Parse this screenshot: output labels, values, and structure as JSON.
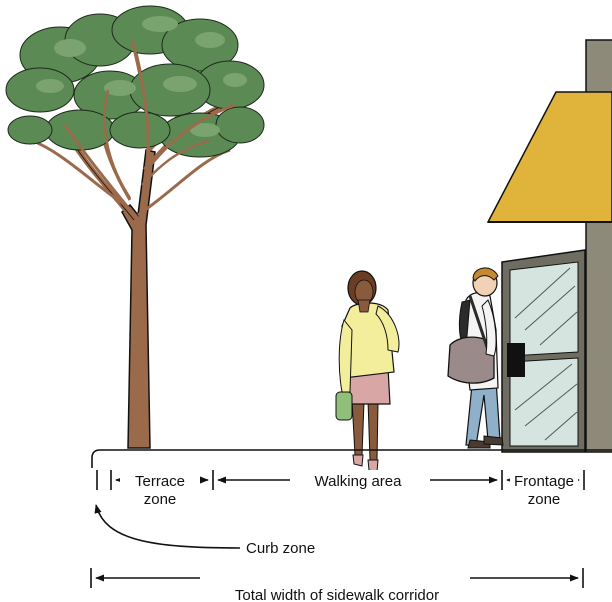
{
  "labels": {
    "terrace_zone_line1": "Terrace",
    "terrace_zone_line2": "zone",
    "walking_area": "Walking area",
    "frontage_zone_line1": "Frontage",
    "frontage_zone_line2": "zone",
    "curb_zone": "Curb zone",
    "total_width": "Total width of sidewalk corridor"
  },
  "colors": {
    "foliage": "#5b8a55",
    "foliage_light": "#7aa36f",
    "trunk": "#9a6a4a",
    "awning": "#e0b43a",
    "building_wall": "#8d8a7a",
    "door_glass": "#d6e4e0",
    "door_frame": "#6f6d62",
    "jacket_yellow": "#f3ee9c",
    "skirt_pink": "#d9a6a6",
    "skin": "#8a5a3c",
    "bag_green": "#8fbf7a",
    "messenger_bag": "#9a8a8a",
    "jeans": "#8fb0c8",
    "line": "#111111"
  },
  "icons": [
    "tree-icon",
    "building-icon",
    "woman-pedestrian-icon",
    "man-pedestrian-icon"
  ]
}
